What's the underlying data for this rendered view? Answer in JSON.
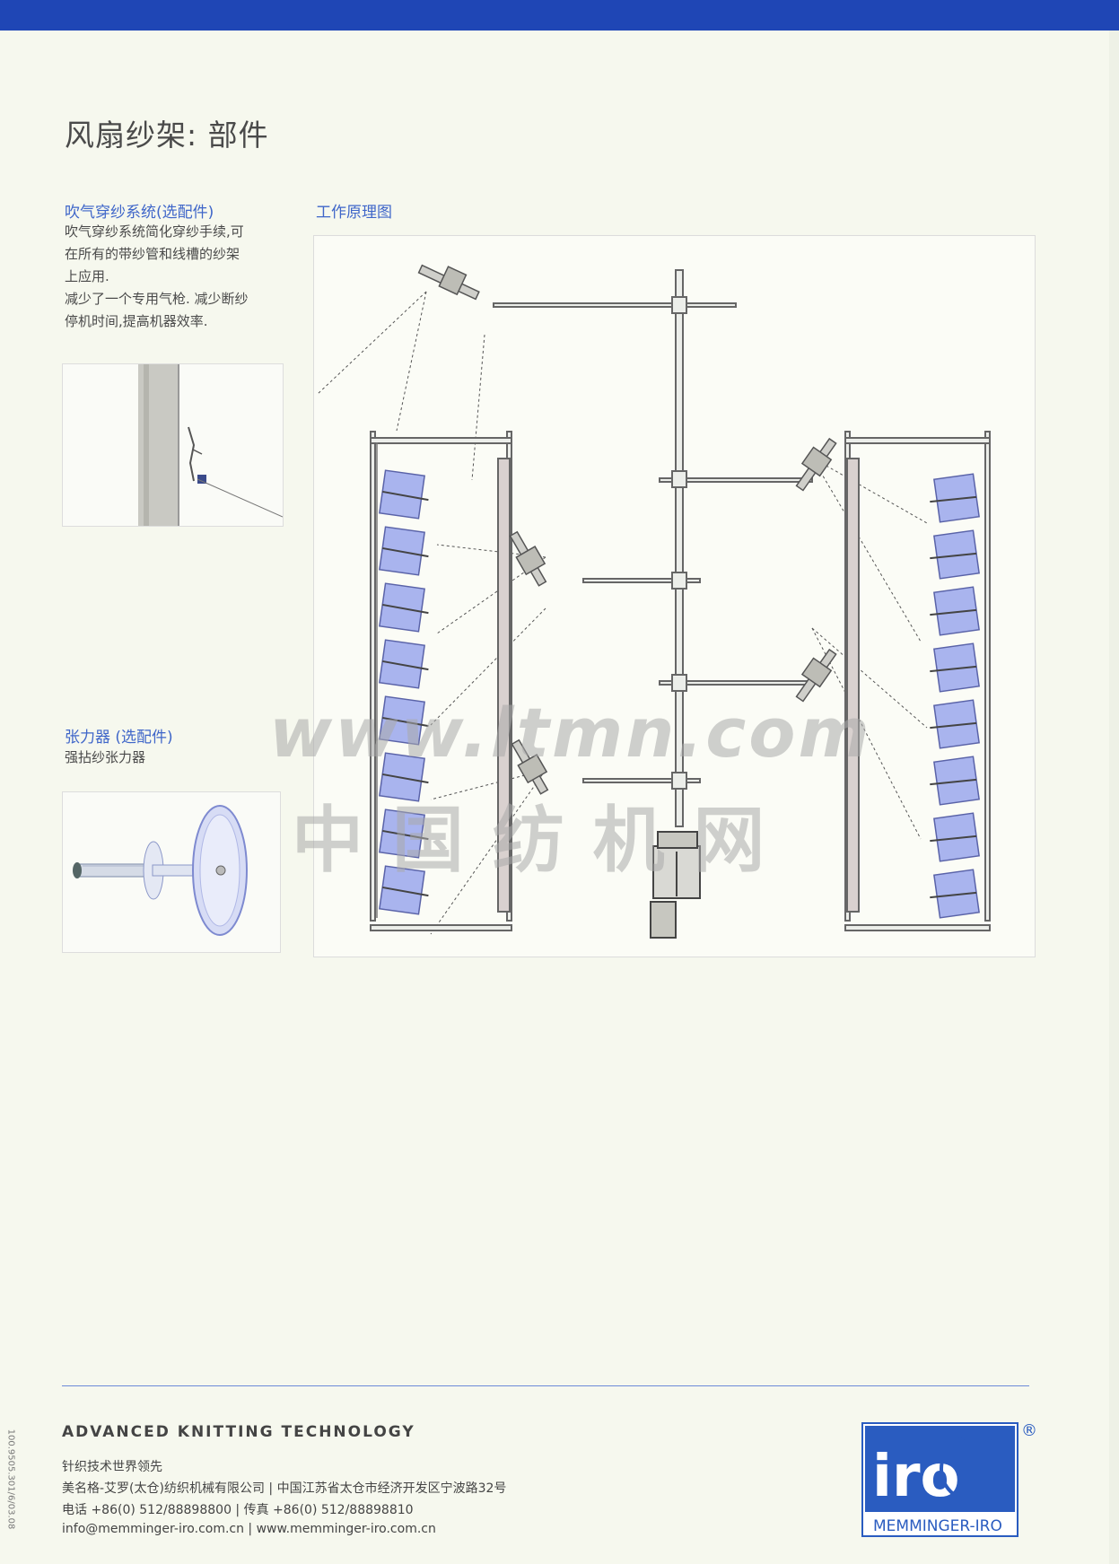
{
  "page": {
    "title": "风扇纱架: 部件"
  },
  "section_blowing": {
    "heading": "吹气穿纱系统(选配件)",
    "text": "吹气穿纱系统简化穿纱手续,可\n在所有的带纱管和线槽的纱架\n上应用.\n减少了一个专用气枪. 减少断纱\n停机时间,提高机器效率."
  },
  "section_tension": {
    "heading": "张力器 (选配件)",
    "text": "强拈纱张力器"
  },
  "diagram": {
    "heading": "工作原理图"
  },
  "watermark": {
    "line1": "www.ltmn.com",
    "line2": "中 国 纺 机 网"
  },
  "footer": {
    "slogan": "ADVANCED KNITTING TECHNOLOGY",
    "tagline": "针织技术世界领先",
    "company": "美名格-艾罗(太仓)纺织机械有限公司 | 中国江苏省太仓市经济开发区宁波路32号",
    "phone": "电话 +86(0) 512/88898800 | 传真 +86(0) 512/88898810",
    "web": "info@memminger-iro.com.cn | www.memminger-iro.com.cn",
    "logo_text": "iro",
    "logo_brand": "MEMMINGER-IRO",
    "registered": "®",
    "side_code": "100.9505.301/6/03.08"
  },
  "colors": {
    "top_bar": "#1f46b5",
    "accent_text": "#3f66c9",
    "logo_blue": "#2a5cc0",
    "bobbin": "#a9b4ee"
  }
}
